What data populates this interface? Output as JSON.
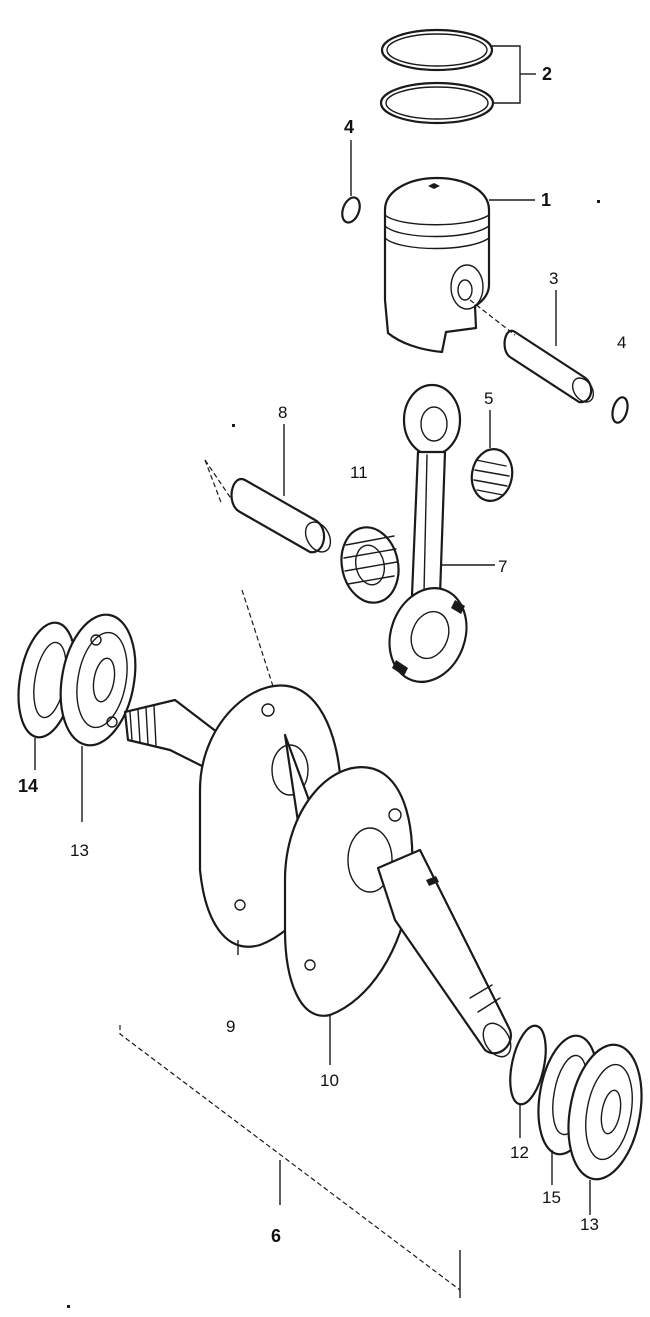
{
  "callouts": {
    "c1": "1",
    "c2": "2",
    "c3": "3",
    "c4a": "4",
    "c4b": "4",
    "c5": "5",
    "c6": "6",
    "c7": "7",
    "c8": "8",
    "c9": "9",
    "c10": "10",
    "c11": "11",
    "c12": "12",
    "c13a": "13",
    "c13b": "13",
    "c14": "14",
    "c15": "15"
  },
  "colors": {
    "ink": "#1a1a1a",
    "paper": "#ffffff"
  }
}
